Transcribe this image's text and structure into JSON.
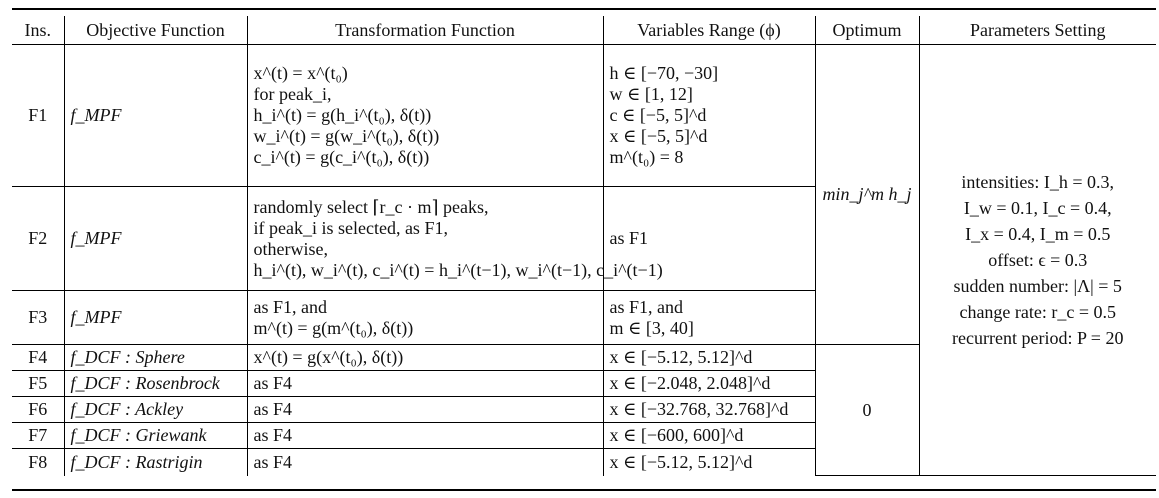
{
  "headers": [
    "Ins.",
    "Objective Function",
    "Transformation Function",
    "Variables Range (ϕ)",
    "Optimum",
    "Parameters Setting"
  ],
  "rows": [
    {
      "ins": "F1",
      "objective": "f_MPF",
      "transformation": [
        "x^(t) = x^(t₀)",
        "for peak_i,",
        "h_i^(t) = g(h_i^(t₀), δ(t))",
        "w_i^(t) = g(w_i^(t₀), δ(t))",
        "c_i^(t) = g(c_i^(t₀), δ(t))"
      ],
      "variables": [
        "h ∈ [−70, −30]",
        "w ∈ [1, 12]",
        "c ∈ [−5, 5]^d",
        "x ∈ [−5, 5]^d",
        "m^(t₀) = 8"
      ]
    },
    {
      "ins": "F2",
      "objective": "f_MPF",
      "transformation": [
        "randomly select ⌈r_c · m⌉ peaks,",
        "if peak_i is selected, as F1,",
        "otherwise,",
        "h_i^(t), w_i^(t), c_i^(t) = h_i^(t−1), w_i^(t−1), c_i^(t−1)"
      ],
      "variables": [
        "as F1"
      ]
    },
    {
      "ins": "F3",
      "objective": "f_MPF",
      "transformation": [
        "as F1, and",
        "m^(t) = g(m^(t₀), δ(t))"
      ],
      "variables": [
        "as F1, and",
        "m ∈ [3, 40]"
      ]
    },
    {
      "ins": "F4",
      "objective": "f_DCF : Sphere",
      "transformation": [
        "x^(t) = g(x^(t₀), δ(t))"
      ],
      "variables": [
        "x ∈ [−5.12, 5.12]^d"
      ]
    },
    {
      "ins": "F5",
      "objective": "f_DCF : Rosenbrock",
      "transformation": [
        "as F4"
      ],
      "variables": [
        "x ∈ [−2.048, 2.048]^d"
      ]
    },
    {
      "ins": "F6",
      "objective": "f_DCF : Ackley",
      "transformation": [
        "as F4"
      ],
      "variables": [
        "x ∈ [−32.768, 32.768]^d"
      ]
    },
    {
      "ins": "F7",
      "objective": "f_DCF : Griewank",
      "transformation": [
        "as F4"
      ],
      "variables": [
        "x ∈ [−600, 600]^d"
      ]
    },
    {
      "ins": "F8",
      "objective": "f_DCF : Rastrigin",
      "transformation": [
        "as F4"
      ],
      "variables": [
        "x ∈ [−5.12, 5.12]^d"
      ]
    }
  ],
  "optimum": {
    "mpf": "min_j^m h_j",
    "dcf": "0"
  },
  "parameters": [
    "intensities: I_h = 0.3,",
    "I_w = 0.1, I_c = 0.4,",
    "I_x = 0.4, I_m = 0.5",
    "offset: ϵ = 0.3",
    "sudden number: |Λ| = 5",
    "change rate: r_c = 0.5",
    "recurrent period: P = 20"
  ]
}
